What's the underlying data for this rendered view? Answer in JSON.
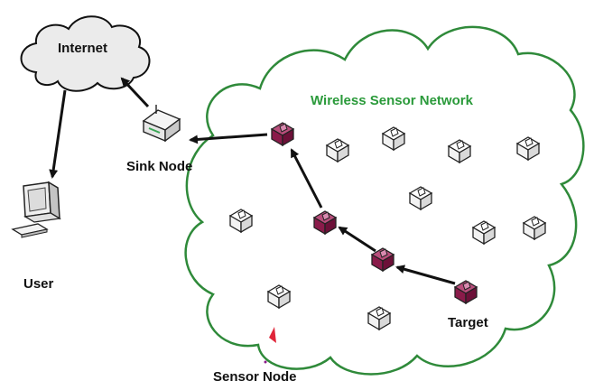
{
  "labels": {
    "internet": "Internet",
    "sink": "Sink Node",
    "user": "User",
    "wsn": "Wireless Sensor Network",
    "target": "Target",
    "sensor": "Sensor Node"
  },
  "colors": {
    "cloud_stroke_wsn": "#2f8a3a",
    "wsn_text": "#2a9a3a",
    "routing_node": "#8a1b4a",
    "plain_node": "#ffffff",
    "arrow": "#111111",
    "pointer": "#e0263a"
  },
  "icons": {
    "internet": "cloud-icon",
    "user": "computer-icon",
    "sink": "router-icon",
    "sensor": "sensor-node-icon",
    "pointer": "pointer-triangle-icon"
  }
}
